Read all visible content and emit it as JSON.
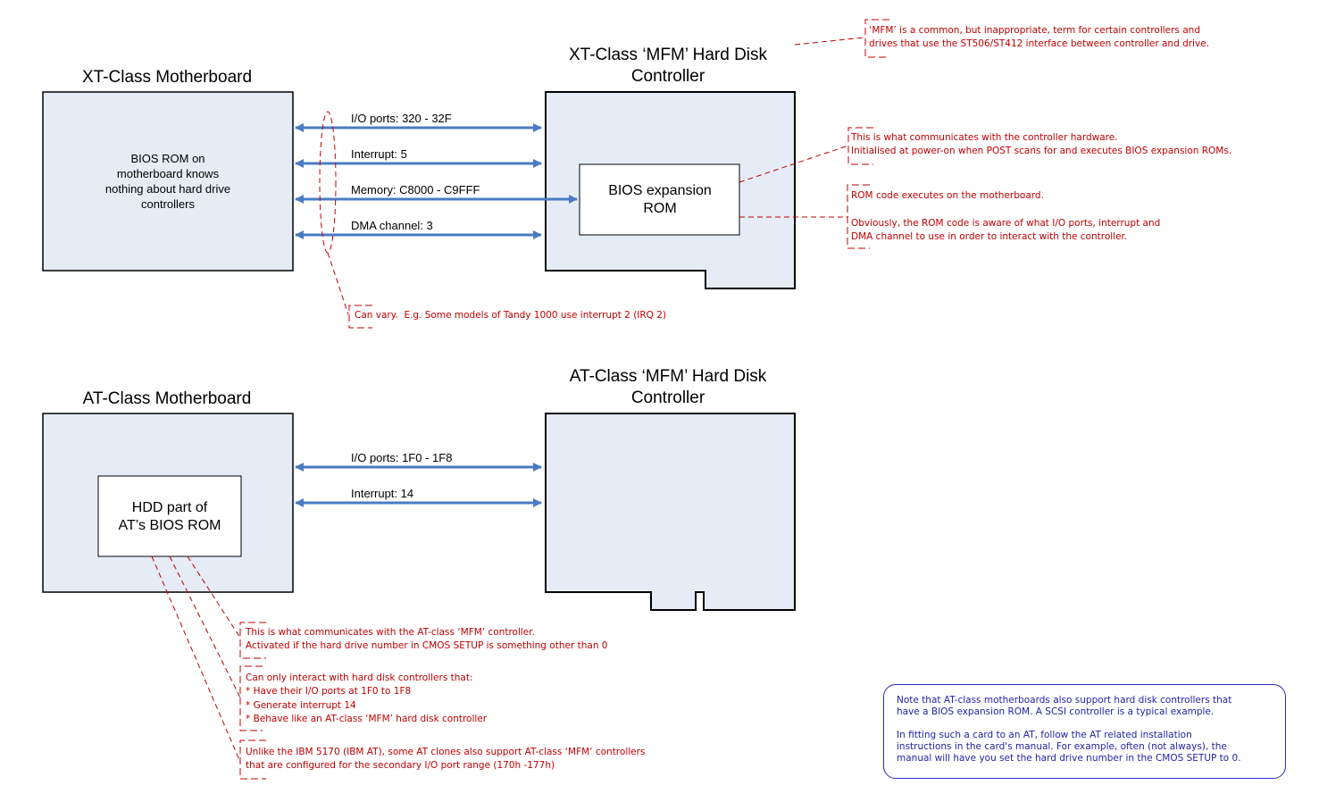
{
  "colors": {
    "box_fill": "#e6ecf6",
    "box_stroke": "#000000",
    "arrow": "#4a7cc4",
    "annotation": "#c00000",
    "info_note": "#2323a8"
  },
  "xt": {
    "motherboard_title": "XT-Class Motherboard",
    "motherboard_text": [
      "BIOS ROM on",
      "motherboard knows",
      "nothing about hard drive",
      "controllers"
    ],
    "controller_title": [
      "XT-Class ‘MFM’ Hard Disk",
      "Controller"
    ],
    "rom_text": [
      "BIOS expansion",
      "ROM"
    ],
    "arrows": [
      {
        "label": "I/O ports: 320 - 32F",
        "target": "controller"
      },
      {
        "label": "Interrupt: 5",
        "target": "controller"
      },
      {
        "label": "Memory: C8000 - C9FFF",
        "target": "bios-expansion-rom"
      },
      {
        "label": "DMA channel: 3",
        "target": "controller"
      }
    ],
    "notes": {
      "mfm": "‘MFM’ is a common, but inappropriate, term for certain controllers and\ndrives that use the ST506/ST412 interface between controller and drive.",
      "rom_comm": "This is what communicates with the controller hardware.\nInitialised at power-on when POST scans for and executes BIOS expansion ROMs.",
      "rom_exec": "ROM code executes on the motherboard.\n\nObviously, the ROM code is aware of what I/O ports, interrupt and\nDMA channel to use in order to interact with the controller.",
      "vary": "Can vary.  E.g. Some models of Tandy 1000 use interrupt 2 (IRQ 2)"
    }
  },
  "at": {
    "motherboard_title": "AT-Class Motherboard",
    "rom_text": [
      "HDD part of",
      "AT’s BIOS ROM"
    ],
    "controller_title": [
      "AT-Class ‘MFM’ Hard Disk",
      "Controller"
    ],
    "arrows": [
      {
        "label": "I/O ports: 1F0 - 1F8"
      },
      {
        "label": "Interrupt: 14"
      }
    ],
    "notes": {
      "comm": "This is what communicates with the AT-class ‘MFM’ controller.\nActivated if the hard drive number in CMOS SETUP is something other than 0",
      "only": "Can only interact with hard disk controllers that:\n* Have their I/O ports at 1F0 to 1F8\n* Generate interrupt 14\n* Behave like an AT-class ‘MFM’ hard disk controller",
      "clones": "Unlike the IBM 5170 (IBM AT), some AT clones also support AT-class ‘MFM’ controllers\nthat are configured for the secondary I/O port range (170h -177h)"
    },
    "info_note": "Note that AT-class motherboards also support hard disk controllers that\nhave a BIOS expansion ROM. A SCSI controller is a typical example.\n\nIn fitting such a card to an AT, follow the AT related installation\ninstructions in the card's manual. For example, often (not always), the\nmanual will have you set the hard drive number in the CMOS SETUP to 0."
  }
}
